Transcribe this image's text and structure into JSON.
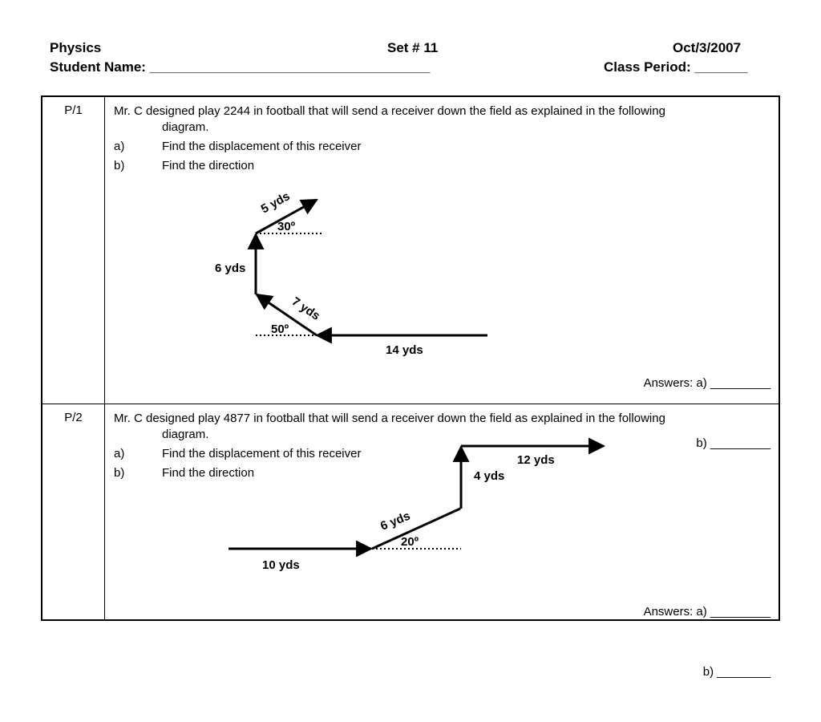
{
  "header": {
    "subject": "Physics",
    "set": "Set # 11",
    "date": "Oct/3/2007",
    "student_name": "Student Name: _____________________________________",
    "class_period": "Class Period: _______"
  },
  "problems": [
    {
      "number": "P/1",
      "intro_line1": "Mr. C designed play 2244 in football that will send a receiver down the field as explained in the following",
      "intro_line2": "diagram.",
      "item_a_label": "a)",
      "item_a_text": "Find the displacement of this receiver",
      "item_b_label": "b)",
      "item_b_text": "Find the direction",
      "diagram": {
        "label_14": "14 yds",
        "label_7": "7 yds",
        "label_50": "50º",
        "label_6": "6 yds",
        "label_5": "5 yds",
        "label_30": "30º"
      },
      "answer_a": "Answers: a) _________",
      "answer_b": "b) _________"
    },
    {
      "number": "P/2",
      "intro_line1": "Mr. C designed  play 4877 in football that will send a receiver down the field as explained in the following",
      "intro_line2": "diagram.",
      "item_a_label": "a)",
      "item_a_text": "Find the displacement of this receiver",
      "item_b_label": "b)",
      "item_b_text": "Find the direction",
      "diagram": {
        "label_10": "10 yds",
        "label_6": "6 yds",
        "label_20": "20º",
        "label_4": "4 yds",
        "label_12": "12 yds"
      },
      "answer_a": "Answers: a) _________",
      "answer_b": "b) ________"
    }
  ]
}
